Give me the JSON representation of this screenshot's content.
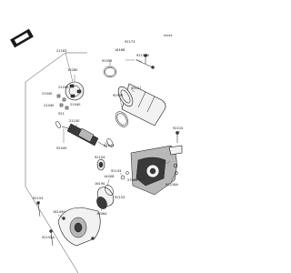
{
  "diagram": {
    "callouts": [
      "21163",
      "92173",
      "16168",
      "92153B",
      "13280",
      "92055",
      "21040",
      "21040",
      "21040",
      "21040",
      "921",
      "49117",
      "92055",
      "21100",
      "92049",
      "92049",
      "92154",
      "92143",
      "14008",
      "16190",
      "16064",
      "92153",
      "27045",
      "92216A",
      "92153",
      "161490",
      "92152A",
      "92210"
    ],
    "figure_code": "P0018"
  }
}
